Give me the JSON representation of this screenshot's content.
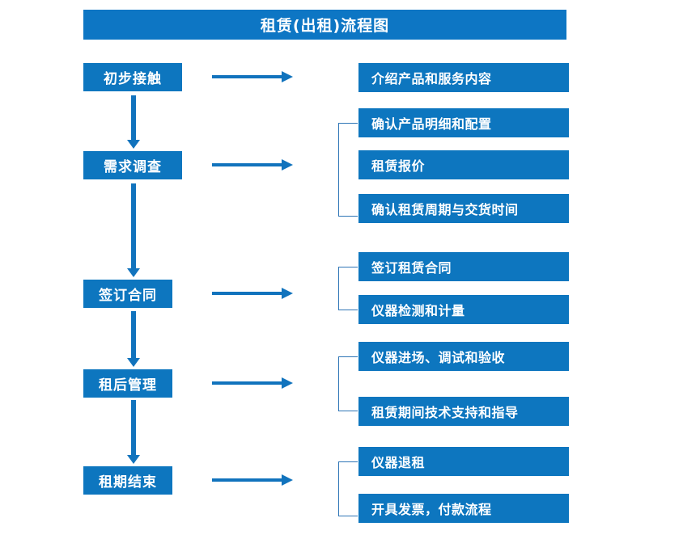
{
  "title": "租赁(出租)流程图",
  "colors": {
    "title_bar": "#0d76c4",
    "box": "#0d76bf",
    "arrow": "#1173bd",
    "bracket": "#2e75b6",
    "box_text": "#ffffff",
    "background": "#ffffff"
  },
  "stages": [
    {
      "label": "初步接触"
    },
    {
      "label": "需求调查"
    },
    {
      "label": "签订合同"
    },
    {
      "label": "租后管理"
    },
    {
      "label": "租期结束"
    }
  ],
  "details": [
    {
      "label": "介绍产品和服务内容"
    },
    {
      "label": "确认产品明细和配置"
    },
    {
      "label": "租赁报价"
    },
    {
      "label": "确认租赁周期与交货时间"
    },
    {
      "label": "签订租赁合同"
    },
    {
      "label": "仪器检测和计量"
    },
    {
      "label": "仪器进场、调试和验收"
    },
    {
      "label": "租赁期间技术支持和指导"
    },
    {
      "label": "仪器退租"
    },
    {
      "label": "开具发票，付款流程"
    }
  ],
  "groups": [
    {
      "stage": "初步接触",
      "details": [
        "介绍产品和服务内容"
      ],
      "bracket": false
    },
    {
      "stage": "需求调查",
      "details": [
        "确认产品明细和配置",
        "租赁报价",
        "确认租赁周期与交货时间"
      ],
      "bracket": true
    },
    {
      "stage": "签订合同",
      "details": [
        "签订租赁合同",
        "仪器检测和计量"
      ],
      "bracket": true
    },
    {
      "stage": "租后管理",
      "details": [
        "仪器进场、调试和验收",
        "租赁期间技术支持和指导"
      ],
      "bracket": true
    },
    {
      "stage": "租期结束",
      "details": [
        "仪器退租",
        "开具发票，付款流程"
      ],
      "bracket": true
    }
  ]
}
